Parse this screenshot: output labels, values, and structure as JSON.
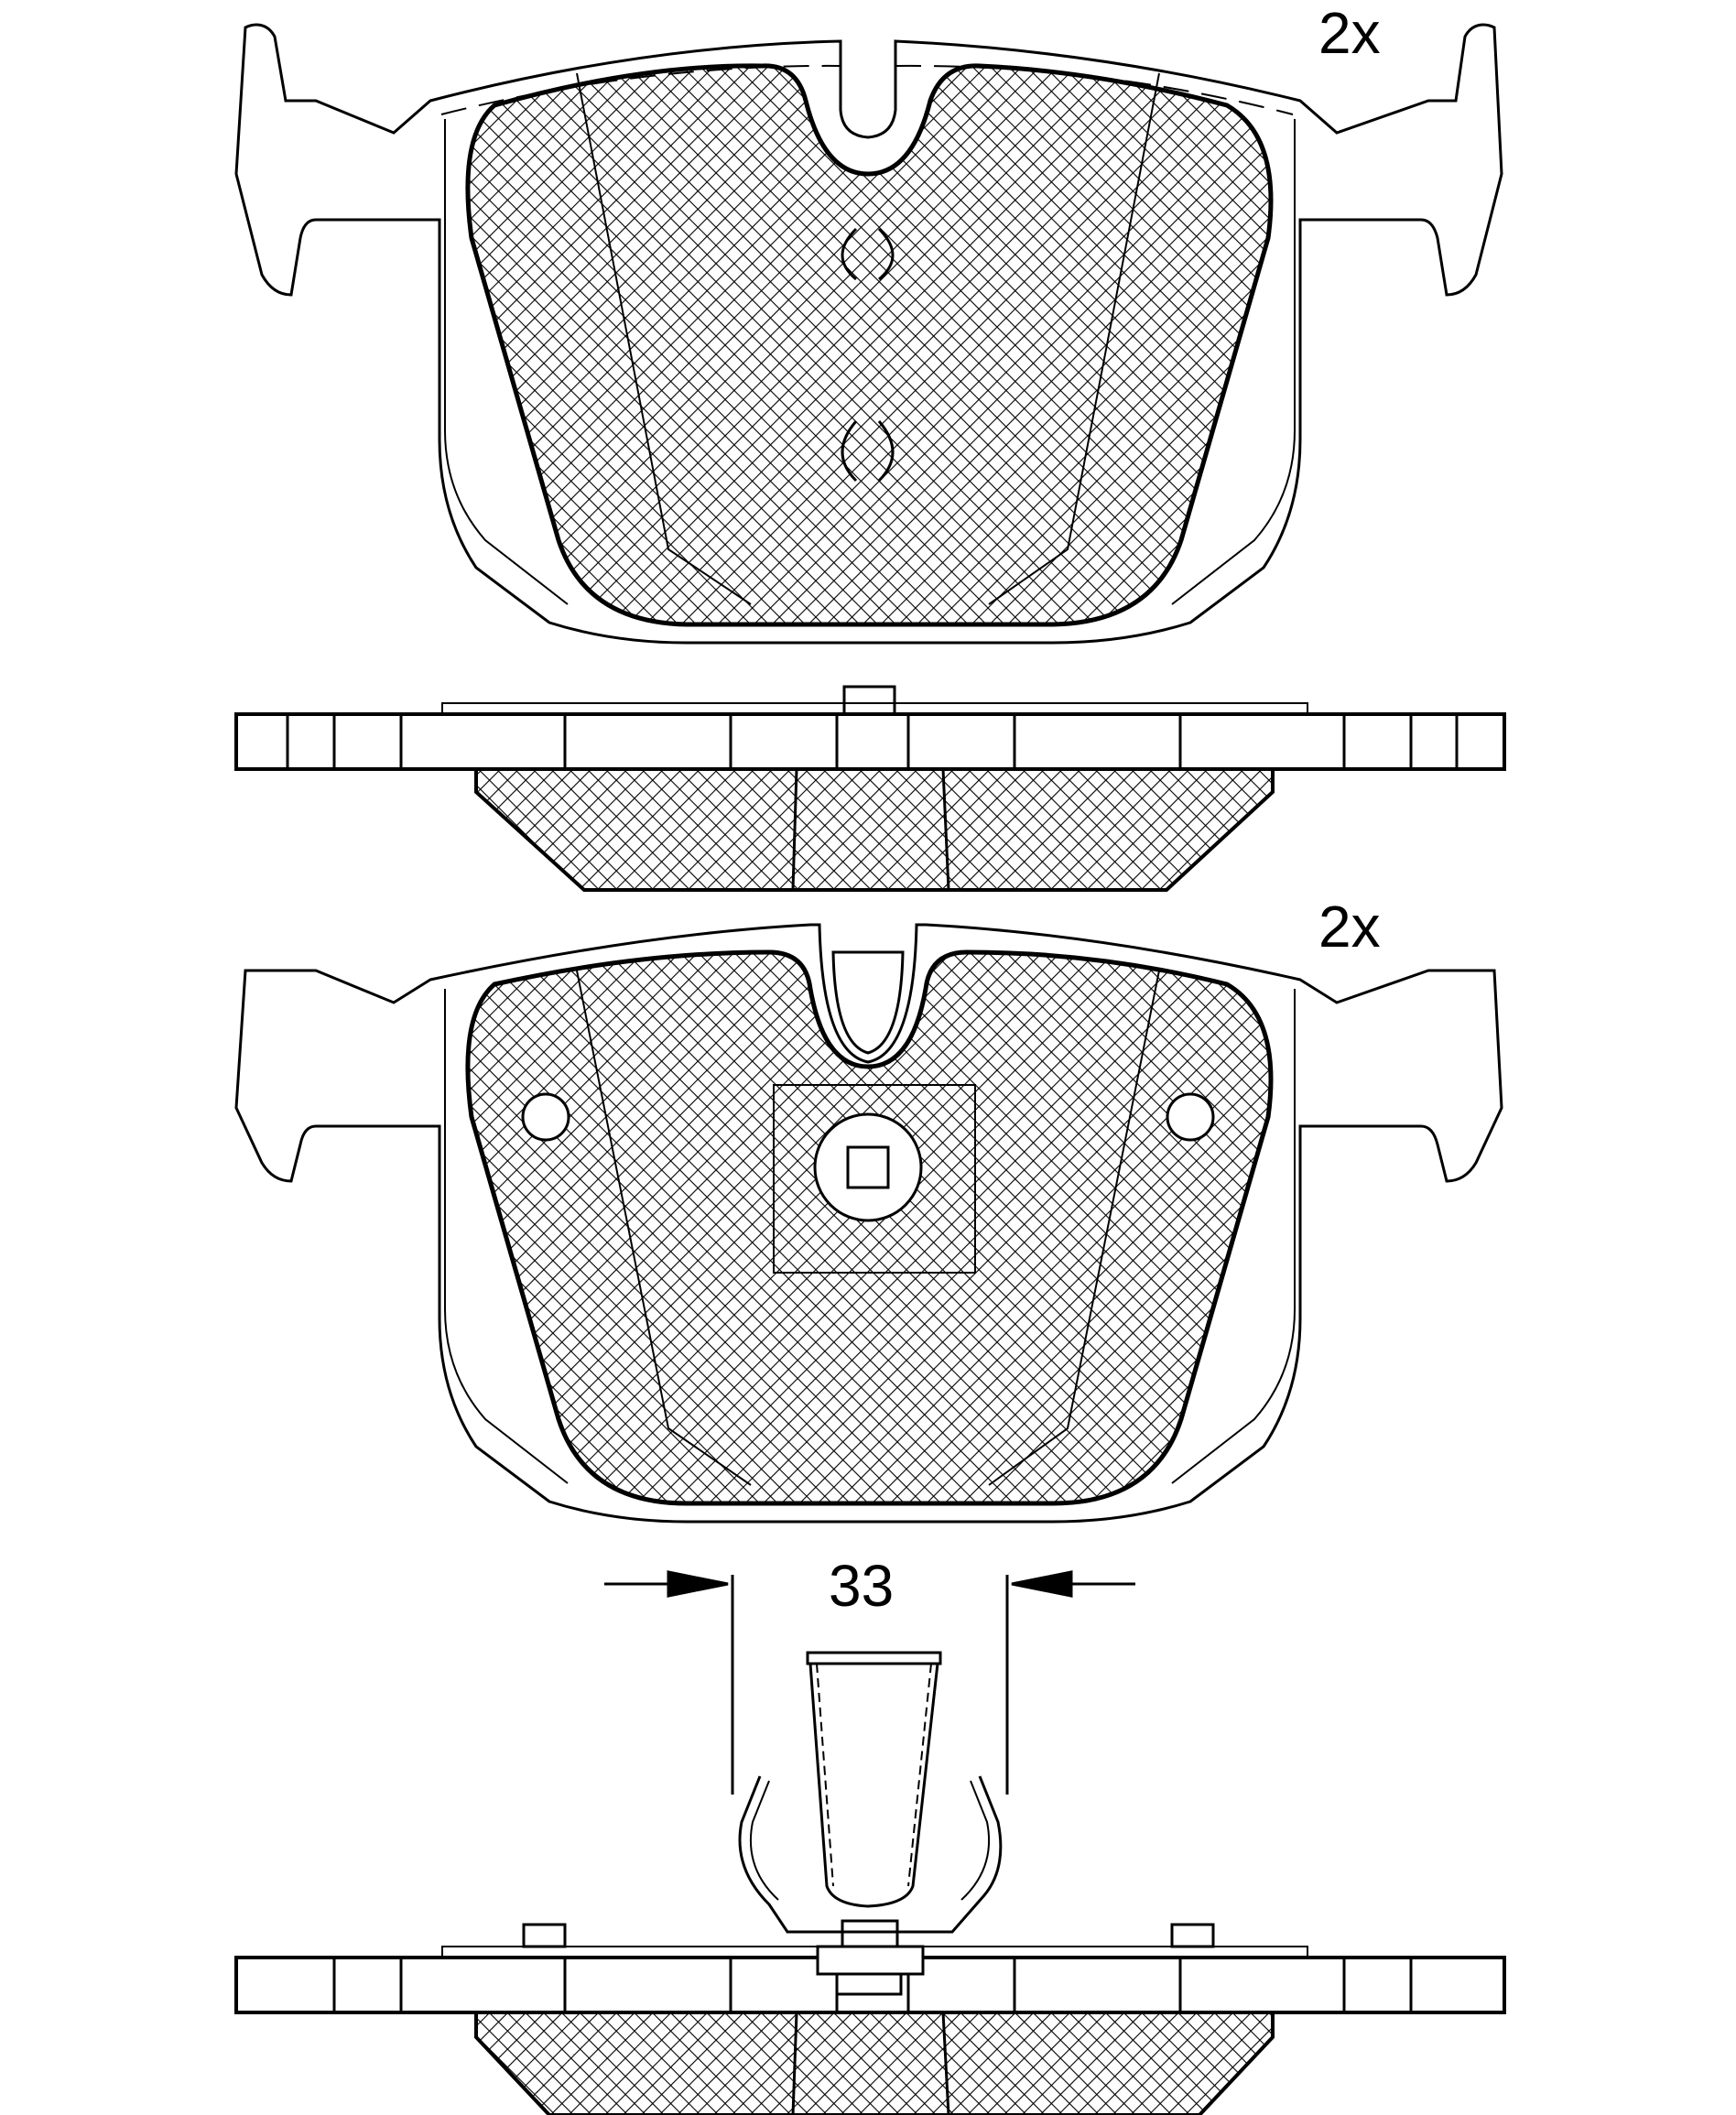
{
  "diagram": {
    "type": "technical-drawing",
    "subject": "brake pad set",
    "views": [
      {
        "name": "pad-1-front-view",
        "quantity_label": "2x"
      },
      {
        "name": "pad-1-side-view"
      },
      {
        "name": "pad-2-front-view",
        "quantity_label": "2x"
      },
      {
        "name": "pad-2-clip-and-side-view",
        "dimension_label": "33"
      }
    ],
    "colors": {
      "line": "#000000",
      "background": "#ffffff"
    }
  }
}
